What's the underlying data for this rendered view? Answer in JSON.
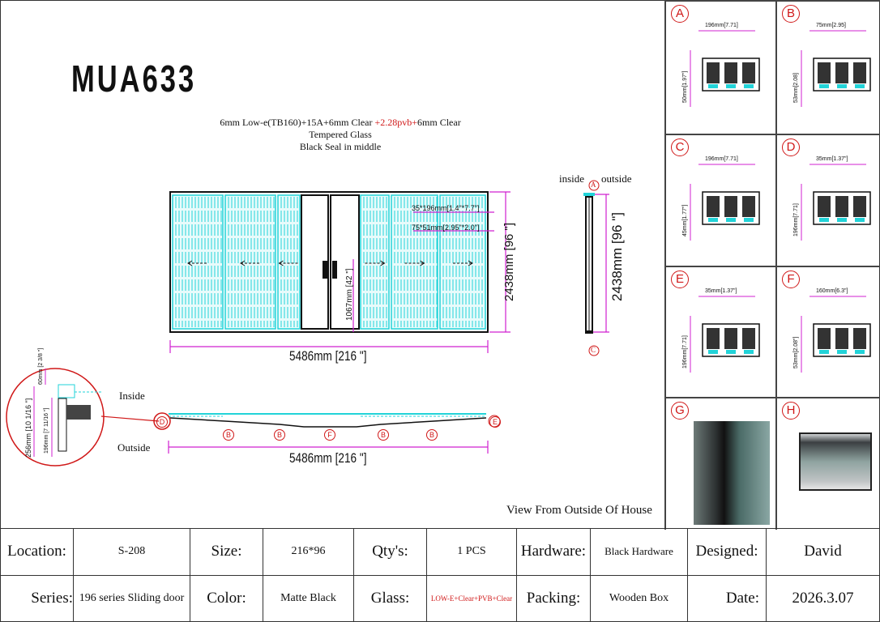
{
  "title": "MUA633",
  "glass_note": {
    "line1_a": "6mm Low-e(TB160)+15A+6mm Clear ",
    "line1_red": "+2.28pvb+",
    "line1_b": "6mm Clear",
    "line2": "Tempered  Glass",
    "line3": "Black Seal in middle"
  },
  "elevation": {
    "width_dim": "5486mm [216 \"]",
    "height_dim": "2438mm [96 \"]",
    "handle_dim": "1067mm [42 \"]",
    "interlock_dim1": "35*196mm[1.4\"*7.7\"]",
    "interlock_dim2": "75*51mm[2.95\"*2.0\"]"
  },
  "section": {
    "inside": "inside",
    "outside": "outside",
    "height_dim": "2438mm [96 \"]",
    "top_marker": "A",
    "bottom_marker": "C"
  },
  "plan": {
    "width_dim": "5486mm [216 \"]",
    "inside": "Inside",
    "outside": "Outside",
    "markers": [
      "D",
      "B",
      "B",
      "F",
      "B",
      "B",
      "E"
    ]
  },
  "zoom_detail": {
    "total_dim": "256mm [10 1/16 \"]",
    "upper_dim": "60mm [2 3/8 \"]",
    "lower_dim": "196mm [7 11/16 \"]"
  },
  "view_label": "View From Outside Of House",
  "details": [
    {
      "id": "A",
      "dims": [
        "196mm[7.71]",
        "50mm[1.97\"]"
      ]
    },
    {
      "id": "B",
      "dims": [
        "75mm[2.95]",
        "53mm[2.08]"
      ]
    },
    {
      "id": "C",
      "dims": [
        "196mm[7.71]",
        "45mm[1.77\"]"
      ]
    },
    {
      "id": "D",
      "dims": [
        "35mm[1.37\"]",
        "196mm[7.71]"
      ]
    },
    {
      "id": "E",
      "dims": [
        "35mm[1.37\"]",
        "196mm[7.71]"
      ]
    },
    {
      "id": "F",
      "dims": [
        "160mm[6.3\"]",
        "53mm[2.08\"]"
      ]
    },
    {
      "id": "G",
      "dims": []
    },
    {
      "id": "H",
      "dims": []
    }
  ],
  "table": {
    "location_label": "Location:",
    "location": "S-208",
    "size_label": "Size:",
    "size": "216*96",
    "qty_label": "Qty's:",
    "qty": "1 PCS",
    "hardware_label": "Hardware:",
    "hardware": "Black Hardware",
    "designed_label": "Designed:",
    "designed": "David",
    "series_label": "Series:",
    "series": "196 series Sliding door",
    "color_label": "Color:",
    "color": "Matte Black",
    "glass_label": "Glass:",
    "glass": "LOW-E+Clear+PVB+Clear",
    "packing_label": "Packing:",
    "packing": "Wooden Box",
    "date_label": "Date:",
    "date": "2026.3.07"
  },
  "colors": {
    "cyan": "#22d3d8",
    "magenta": "#d020d0",
    "red": "#d01818"
  }
}
